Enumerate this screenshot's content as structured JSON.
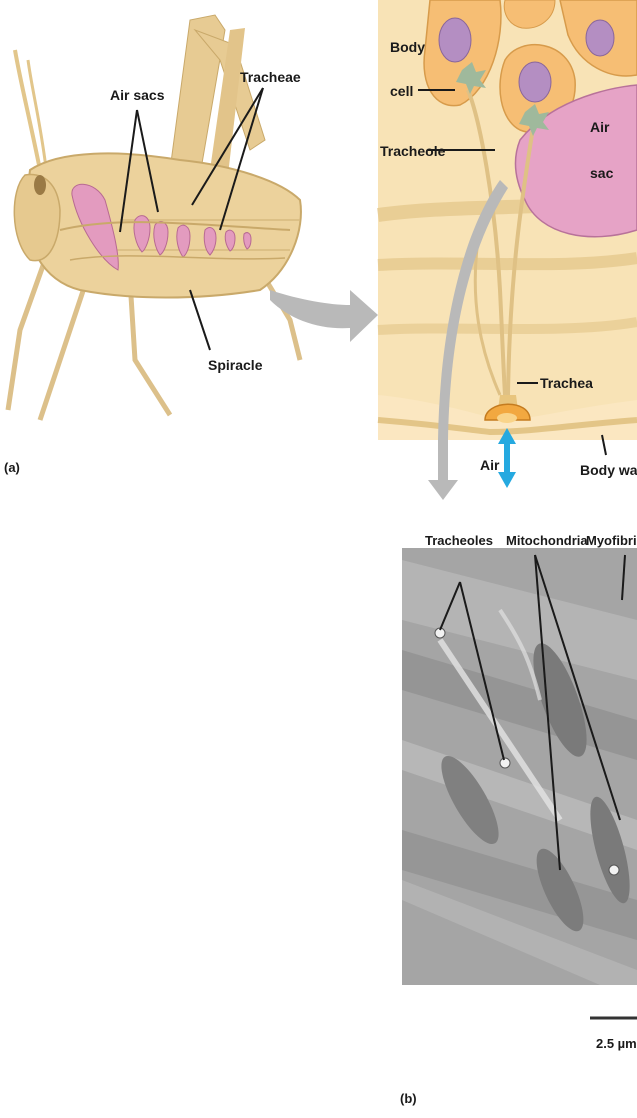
{
  "panel_a": {
    "label": "(a)",
    "labels": {
      "air_sacs": "Air sacs",
      "tracheae": "Tracheae",
      "spiracle": "Spiracle"
    }
  },
  "panel_b": {
    "label": "(b)",
    "labels": {
      "body_cell_line1": "Body",
      "body_cell_line2": "cell",
      "tracheole": "Tracheole",
      "air_sac_line1": "Air",
      "air_sac_line2": "sac",
      "trachea": "Trachea",
      "air": "Air",
      "body_wall": "Body wall",
      "tracheoles": "Tracheoles",
      "mitochondria": "Mitochondria",
      "myofibrils": "Myofibrils",
      "scale_bar": "2.5 µm"
    }
  },
  "colors": {
    "body_tan": "#ecd29c",
    "air_sac_pink": "#e39bbf",
    "tissue_cream": "#f8e3b6",
    "cell_orange": "#f6be74",
    "arrow_gray": "#b9b9b9",
    "air_arrow_blue": "#25a9e0",
    "micrograph_gray": "#a5a5a5"
  }
}
